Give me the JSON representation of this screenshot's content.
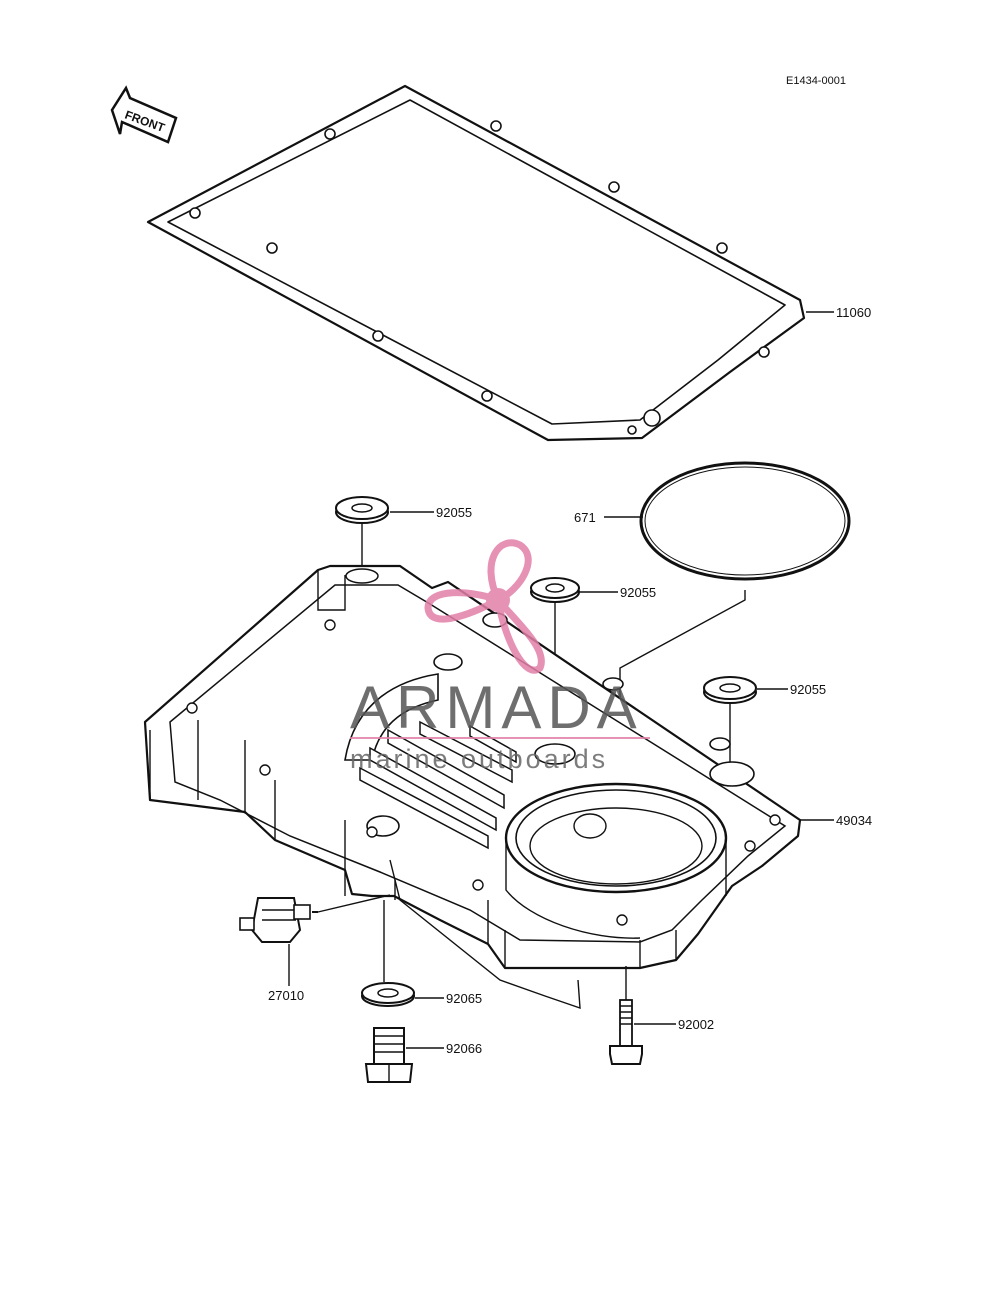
{
  "diagram": {
    "code": "E1434-0001",
    "front_label": "FRONT"
  },
  "callouts": {
    "gasket": "11060",
    "oring": "671",
    "washer_a": "92055",
    "washer_b": "92055",
    "washer_c": "92055",
    "oil_pan": "49034",
    "switch": "27010",
    "drain_washer": "92065",
    "drain_plug": "92066",
    "bolt": "92002"
  },
  "watermark": {
    "brand": "ARMADA",
    "tagline": "marine outboards",
    "color": "#e27fa7"
  }
}
